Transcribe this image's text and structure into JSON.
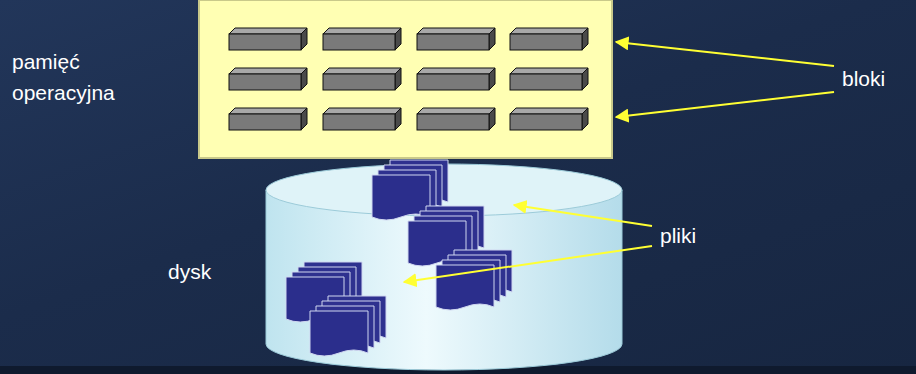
{
  "diagram": {
    "labels": [
      "pamięć operacyjna",
      "bloki",
      "dysk",
      "pliki"
    ]
  }
}
